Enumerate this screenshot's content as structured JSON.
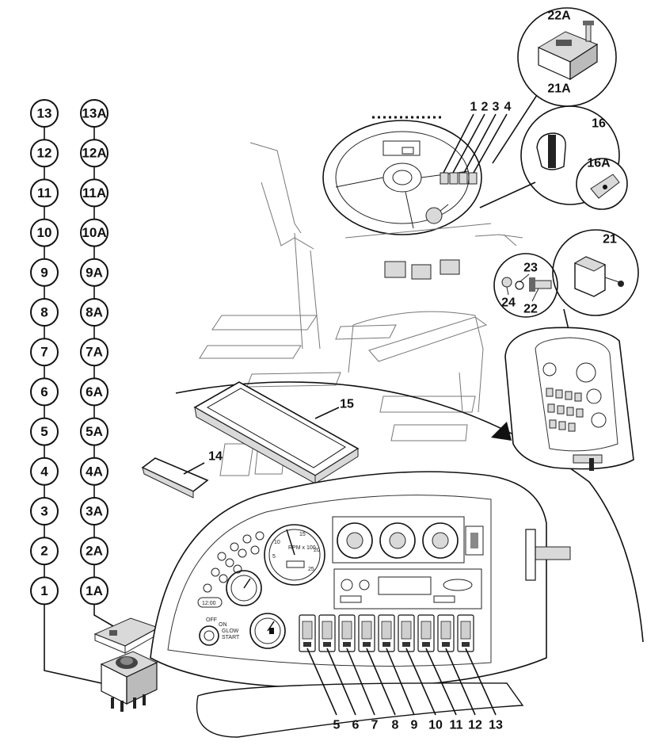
{
  "diagram": {
    "left_balloons": [
      "13",
      "12",
      "11",
      "10",
      "9",
      "8",
      "7",
      "6",
      "5",
      "4",
      "3",
      "2",
      "1"
    ],
    "right_balloons": [
      "13A",
      "12A",
      "11A",
      "10A",
      "9A",
      "8A",
      "7A",
      "6A",
      "5A",
      "4A",
      "3A",
      "2A",
      "1A"
    ],
    "callouts": {
      "c22A": "22A",
      "c21A": "21A",
      "c1": "1",
      "c2": "2",
      "c3": "3",
      "c4": "4",
      "c16": "16",
      "c16A": "16A",
      "c21": "21",
      "c23": "23",
      "c24": "24",
      "c22": "22",
      "c15": "15",
      "c14": "14"
    },
    "bottom_numbers": [
      "5",
      "6",
      "7",
      "8",
      "9",
      "10",
      "11",
      "12",
      "13"
    ],
    "gauge_text": {
      "rpm": "RPM x 100",
      "t10": "10",
      "t15": "15",
      "t20": "20",
      "t25": "25",
      "t5": "5",
      "clock": "12:00",
      "off": "OFF",
      "on": "ON",
      "glow": "GLOW",
      "start": "START"
    }
  }
}
